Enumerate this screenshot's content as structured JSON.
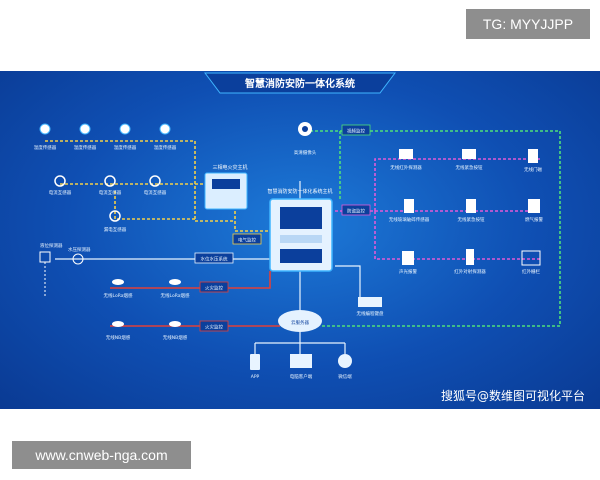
{
  "tags": {
    "top": "TG: MYYJJPP",
    "bottom": "www.cnweb-nga.com"
  },
  "diagram": {
    "title": "智慧消防安防一体化系统",
    "main_host": "智慧消防安防一体化系统主机",
    "fire_host": "三相电火灾主机",
    "cloud": "云服务器",
    "edge_labels": {
      "video_monitor": "视频监控",
      "security_monitor": "防盗监控",
      "electric_monitor": "电气监控",
      "water_system": "水位水压系统",
      "fire_monitor_1": "火灾监控",
      "fire_monitor_2": "火灾监控"
    },
    "temp_sensors": [
      "温度传感器",
      "温度传感器",
      "温度传感器",
      "温度传感器"
    ],
    "current_sensors": [
      "电流互感器",
      "电流互感器",
      "电流互感器"
    ],
    "leak_sensor": "漏电互感器",
    "water_detector": "液位探测器",
    "water_pressure": "水压探测器",
    "lora_smoke": [
      "无线LoRa烟感",
      "无线LoRa烟感"
    ],
    "nb_smoke": [
      "无线NB烟感",
      "无线NB烟感"
    ],
    "camera": "高清摄像头",
    "security_devices": {
      "red_detector": "无线红外探测器",
      "emergency_btn": "无线紧急按钮",
      "door_magnet": "无线门磁",
      "glass_break": "无线玻璃破碎传感器",
      "remote": "无线紧急按钮",
      "gas": "燃气报警",
      "siren": "声光报警",
      "beam": "红外对射探测器",
      "fence": "红外栅栏"
    },
    "keyboard": "无线编程键盘",
    "clients": [
      "APP",
      "电脑客户端",
      "微信端"
    ]
  },
  "watermark": "搜狐号@数维图可视化平台",
  "colors": {
    "bg": "#0f4fb3",
    "yellow_line": "#f2d04a",
    "green_line": "#4fe07a",
    "pink_line": "#e05ad8",
    "red_line": "#e0403a",
    "white_line": "#e8f4ff"
  }
}
